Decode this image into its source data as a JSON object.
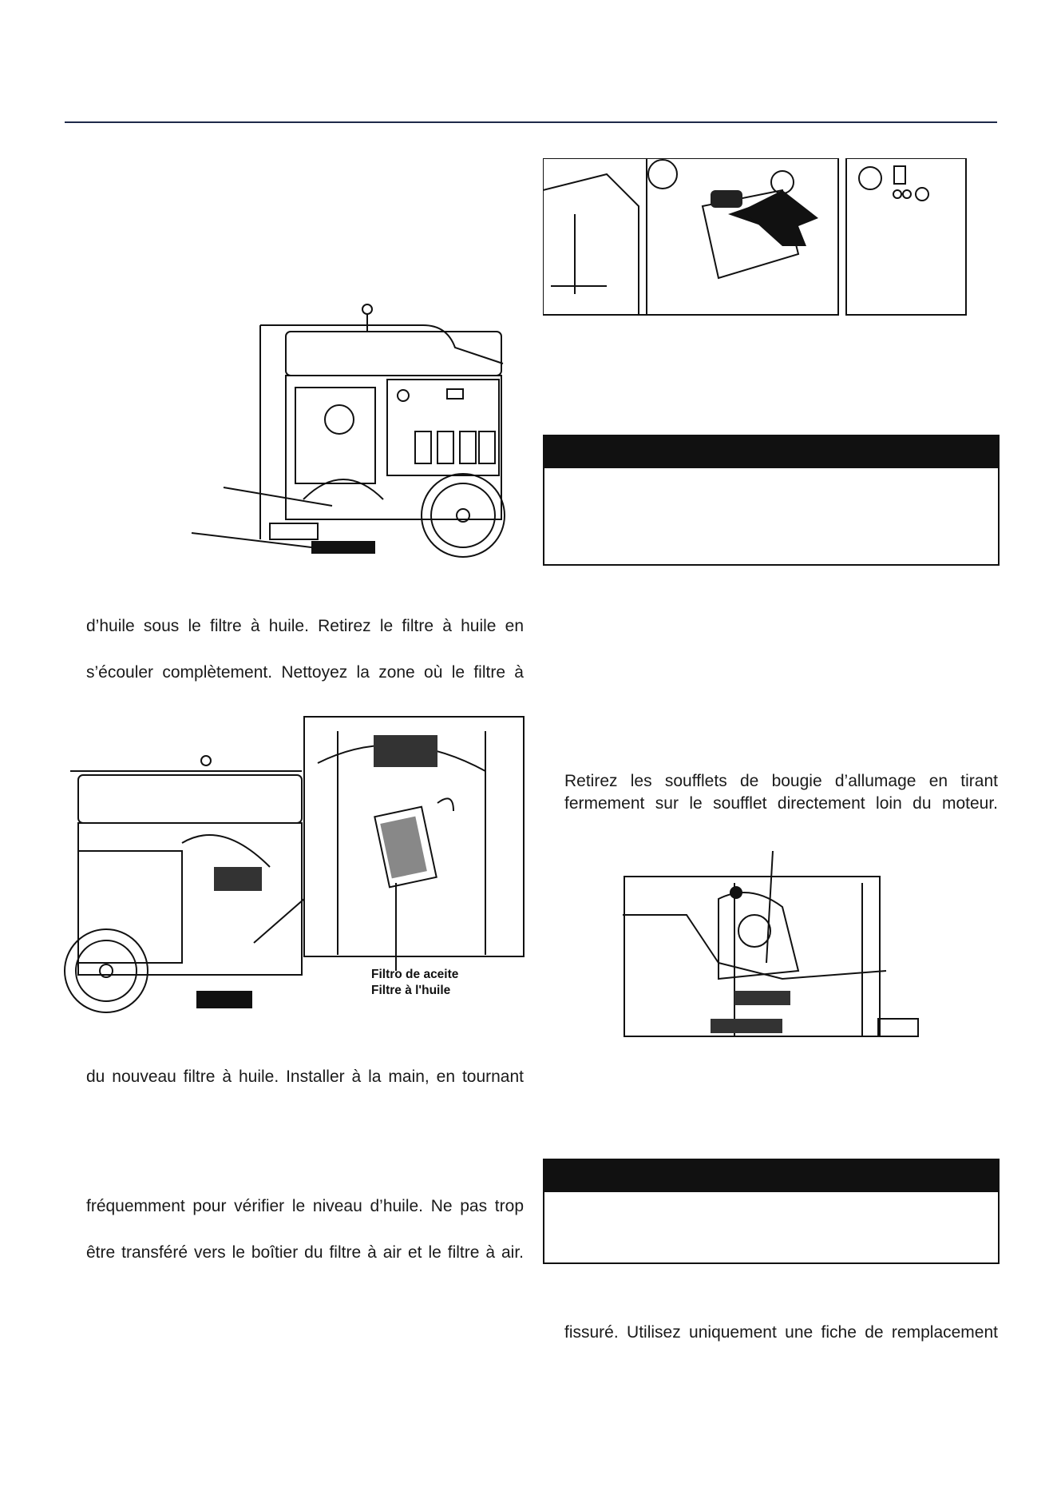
{
  "page": {
    "header_rule_color": "#1e2a4a"
  },
  "left_column": {
    "p1_line": "d’huile sous le filtre à huile. Retirez le filtre à huile en",
    "p2_line": "s’écouler complètement. Nettoyez la zone où le filtre à",
    "caption_line1": "Filtro de aceite",
    "caption_line2": "Filtre à l'huile",
    "p3_line": "du nouveau filtre à huile. Installer à la main, en tournant",
    "p4_line": "fréquemment pour vérifier le niveau d’huile. Ne pas trop",
    "p5_line": "être transféré vers le boîtier du filtre à air et le filtre à air."
  },
  "right_column": {
    "p1_line1": "Retirez les soufflets de bougie d’allumage en tirant",
    "p1_line2": "fermement sur le soufflet directement loin du moteur.",
    "p2_line": "fissuré. Utilisez uniquement une fiche de remplacement"
  },
  "icons": {
    "fig1": "generator-oil-drain-illustration",
    "fig2": "generator-oil-filter-illustration",
    "fig3": "generator-control-panel-switch-illustration",
    "fig4": "engine-spark-plug-illustration"
  }
}
